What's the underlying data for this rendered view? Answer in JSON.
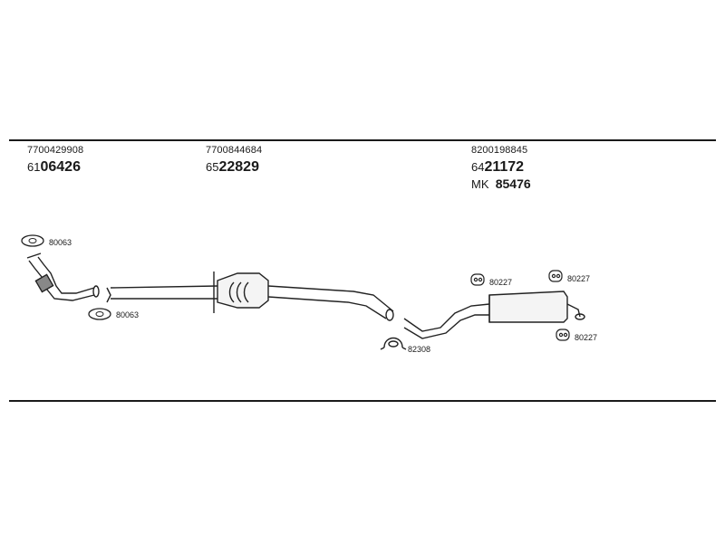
{
  "parts": [
    {
      "part_number": "7700429908",
      "code_prefix": "61",
      "code_main": "06426"
    },
    {
      "part_number": "7700844684",
      "code_prefix": "65",
      "code_main": "22829"
    },
    {
      "part_number": "8200198845",
      "code_prefix": "64",
      "code_main": "21172",
      "mk_prefix": "MK",
      "mk_main": "85476"
    }
  ],
  "callouts": {
    "gasket_top": "80063",
    "gasket_bottom": "80063",
    "clamp": "82308",
    "hanger_a": "80227",
    "hanger_b": "80227",
    "hanger_c": "80227"
  }
}
